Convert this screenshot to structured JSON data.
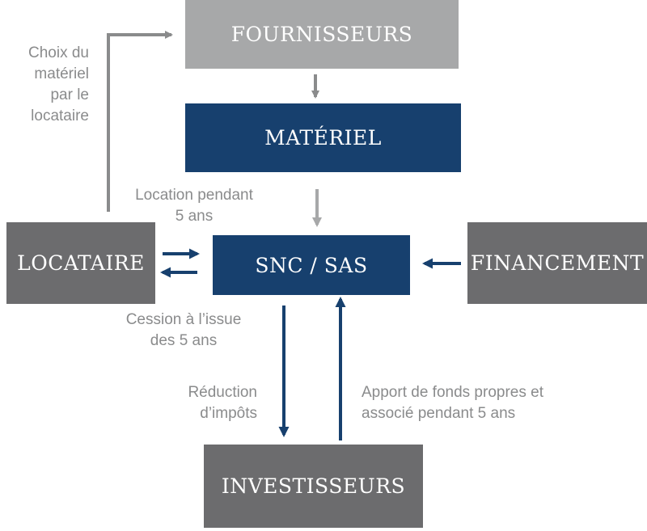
{
  "boxes": {
    "fournisseurs": "FOURNISSEURS",
    "materiel": "MATÉRIEL",
    "snc_sas": "SNC / SAS",
    "locataire": "LOCATAIRE",
    "financement": "FINANCEMENT",
    "investisseurs": "INVESTISSEURS"
  },
  "labels": {
    "choix": [
      "Choix du",
      "matériel",
      "par le",
      "locataire"
    ],
    "location": [
      "Location pendant",
      "5 ans"
    ],
    "cession": [
      "Cession à l’issue",
      "des 5 ans"
    ],
    "reduction": [
      "Réduction",
      "d’impôts"
    ],
    "apport": [
      "Apport de fonds propres et",
      "associé pendant 5 ans"
    ]
  },
  "colors": {
    "light_box": "#a7a8a9",
    "dark_box": "#17406e",
    "gray_box": "#6c6c6e",
    "label_text": "#8a8b8c",
    "arrow_gray": "#8a8b8c",
    "arrow_light": "#a7a8a9",
    "arrow_dark": "#17406e"
  }
}
